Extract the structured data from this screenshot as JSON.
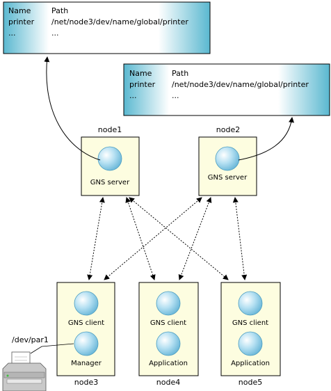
{
  "tables": [
    {
      "header": {
        "name": "Name",
        "path": "Path"
      },
      "rows": [
        {
          "name": "printer",
          "path": "/net/node3/dev/name/global/printer"
        },
        {
          "name": "...",
          "path": "..."
        }
      ]
    },
    {
      "header": {
        "name": "Name",
        "path": "Path"
      },
      "rows": [
        {
          "name": "printer",
          "path": "/net/node3/dev/name/global/printer"
        },
        {
          "name": "...",
          "path": "..."
        }
      ]
    }
  ],
  "nodes": {
    "node1": {
      "name": "node1",
      "process": "GNS server"
    },
    "node2": {
      "name": "node2",
      "process": "GNS server"
    },
    "node3": {
      "name": "node3",
      "process_top": "GNS client",
      "process_bottom": "Manager"
    },
    "node4": {
      "name": "node4",
      "process_top": "GNS client",
      "process_bottom": "Application"
    },
    "node5": {
      "name": "node5",
      "process_top": "GNS client",
      "process_bottom": "Application"
    }
  },
  "device_label": "/dev/par1",
  "colors": {
    "node_fill": "#fdfde0",
    "table_edge": "#58b7cf",
    "circle": "#8fcfe8"
  }
}
